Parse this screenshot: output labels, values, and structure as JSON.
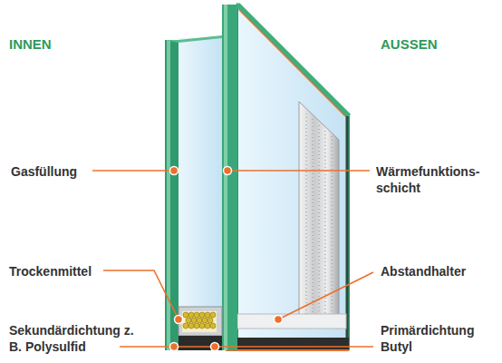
{
  "diagram": {
    "labels": [
      "INNEN",
      "AUSSEN",
      "Gasfüllung",
      "Wärmefunktions- schicht",
      "Trockenmittel",
      "Abstandhalter",
      "Sekundärdichtung z. B. Polysulfid",
      "Primärdichtung Butyl"
    ]
  }
}
